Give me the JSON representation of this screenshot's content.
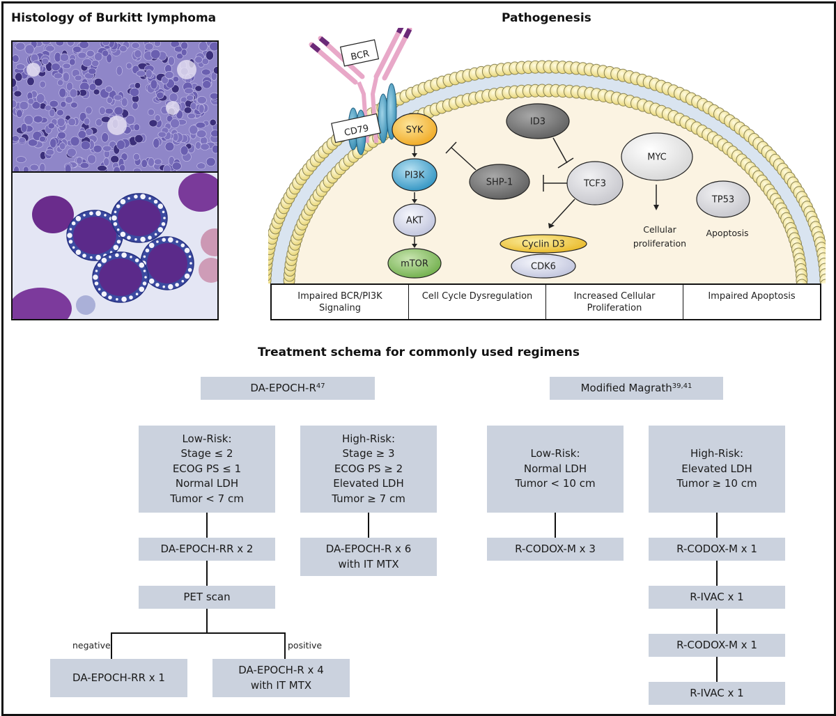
{
  "histology": {
    "title": "Histology of Burkitt lymphoma",
    "images": [
      {
        "name": "tissue-section",
        "description": "H&E tissue section"
      },
      {
        "name": "cytology-smear",
        "description": "vacuolated tumor cells"
      }
    ]
  },
  "pathogenesis": {
    "title": "Pathogenesis",
    "receptors": {
      "bcr": "BCR",
      "cd79": "CD79"
    },
    "nodes": {
      "syk": "SYK",
      "pi3k": "PI3K",
      "akt": "AKT",
      "mtor": "mTOR",
      "shp1": "SHP-1",
      "id3": "ID3",
      "tcf3": "TCF3",
      "cyclin_d3": "Cyclin D3",
      "cdk6": "CDK6",
      "myc": "MYC",
      "tp53": "TP53"
    },
    "outcomes": {
      "myc_line1": "Cellular",
      "myc_line2": "proliferation",
      "tp53": "Apoptosis"
    },
    "colors": {
      "membrane_head": "#f7ebab",
      "membrane_core": "#d9e4f0",
      "cytoplasm": "#fbf3e2",
      "syk": "#f6c14a",
      "pi3k": "#5fb6d9",
      "akt": "#dcdfee",
      "mtor": "#9cc97a",
      "dark_gray": "#8a8a8a",
      "light_gray": "#e3e3e6",
      "cyclin": "#f3d84a"
    },
    "categories": [
      "Impaired BCR/PI3K\nSignaling",
      "Cell Cycle Dysregulation",
      "Increased Cellular\nProliferation",
      "Impaired Apoptosis"
    ]
  },
  "treatment": {
    "title": "Treatment schema for commonly used regimens",
    "regimens": {
      "epoch": {
        "name": "DA-EPOCH-R",
        "ref": "47"
      },
      "magrath": {
        "name": "Modified Magrath",
        "ref": "39,41"
      }
    },
    "epoch_low": "Low-Risk:\nStage ≤ 2\nECOG PS ≤ 1\nNormal LDH\nTumor < 7 cm",
    "epoch_high": "High-Risk:\nStage ≥ 3\nECOG PS ≥ 2\nElevated LDH\nTumor ≥ 7 cm",
    "epoch_low_step1": "DA-EPOCH-RR x 2",
    "epoch_low_step2": "PET scan",
    "epoch_negative_label": "negative",
    "epoch_positive_label": "positive",
    "epoch_negative_result": "DA-EPOCH-RR x 1",
    "epoch_positive_result": "DA-EPOCH-R x 4\nwith IT MTX",
    "epoch_high_step1": "DA-EPOCH-R x 6\nwith IT MTX",
    "magrath_low": "Low-Risk:\nNormal LDH\nTumor < 10 cm",
    "magrath_high": "High-Risk:\nElevated LDH\nTumor ≥ 10 cm",
    "magrath_low_step1": "R-CODOX-M x 3",
    "magrath_high_steps": [
      "R-CODOX-M x 1",
      "R-IVAC x 1",
      "R-CODOX-M x 1",
      "R-IVAC x 1"
    ],
    "box_color": "#cbd2de"
  }
}
